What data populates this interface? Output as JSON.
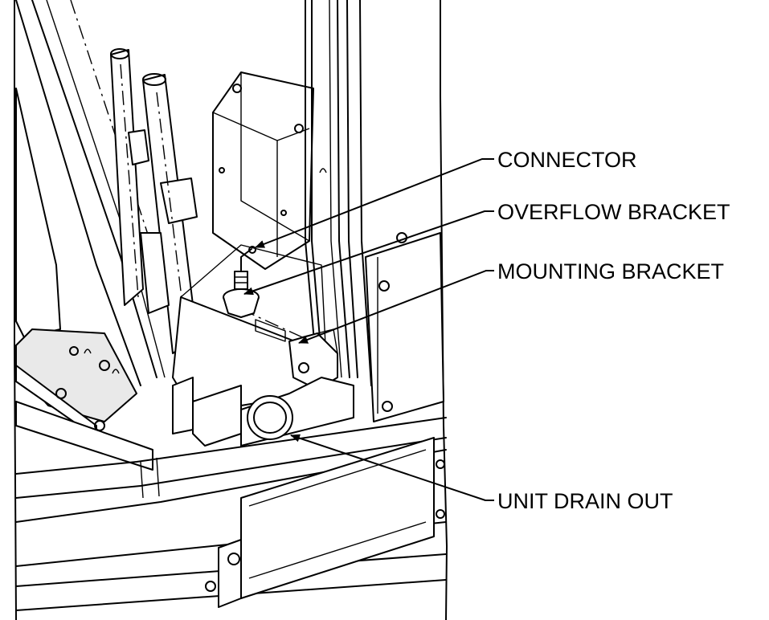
{
  "callouts": {
    "connector": "CONNECTOR",
    "overflow_bracket": "OVERFLOW BRACKET",
    "mounting_bracket": "MOUNTING BRACKET",
    "unit_drain_out": "UNIT DRAIN OUT"
  }
}
